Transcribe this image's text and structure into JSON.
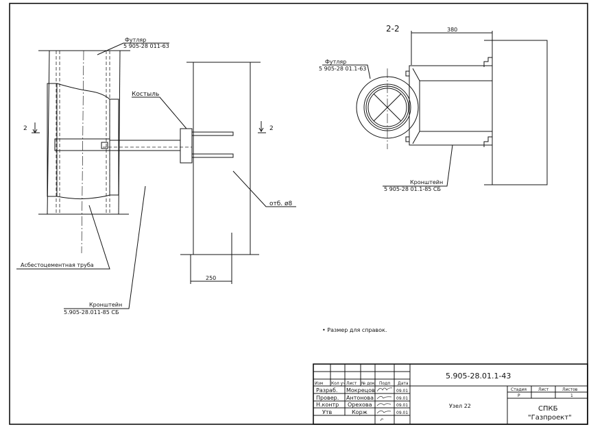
{
  "view_left": {
    "section_mark": "2",
    "labels": {
      "casing_title": "Футляр",
      "casing_code": "5 905-28 011-63",
      "crutch": "Костыль",
      "hole": "отб. ø8",
      "asbestos_pipe": "Асбестоцементная труба",
      "bracket_title": "Кронштейн",
      "bracket_code": "5.905-28.011-85  СБ"
    },
    "dimension": "250"
  },
  "view_right": {
    "section_title": "2-2",
    "dimension": "380",
    "labels": {
      "casing_title": "Футляр",
      "casing_code": "5 905-28 01.1-63",
      "bracket_title": "Кронштейн",
      "bracket_code": "5 905-28 01.1-85  СБ"
    }
  },
  "note": "•  Размер для справок.",
  "title_block": {
    "doc_number": "5.905-28.01.1-43",
    "headers": [
      "Изм",
      "Кол уч",
      "Лист",
      "№ док",
      "Подп",
      "Дата"
    ],
    "rows": [
      {
        "role": "Разраб.",
        "name": "Мокрецов",
        "date": "09.01"
      },
      {
        "role": "Провер.",
        "name": "Антонова",
        "date": "09.01"
      },
      {
        "role": "Н.контр",
        "name": "Орехова",
        "date": "09.01"
      },
      {
        "role": "Утв",
        "name": "Корж",
        "date": "09.01"
      }
    ],
    "drawing_name": "Узел 22",
    "stage_header": "Стадия",
    "sheet_header": "Лист",
    "sheets_header": "Листов",
    "stage": "Р",
    "sheets": "1",
    "org_line1": "СПКБ",
    "org_line2": "\"Газпроект\""
  }
}
